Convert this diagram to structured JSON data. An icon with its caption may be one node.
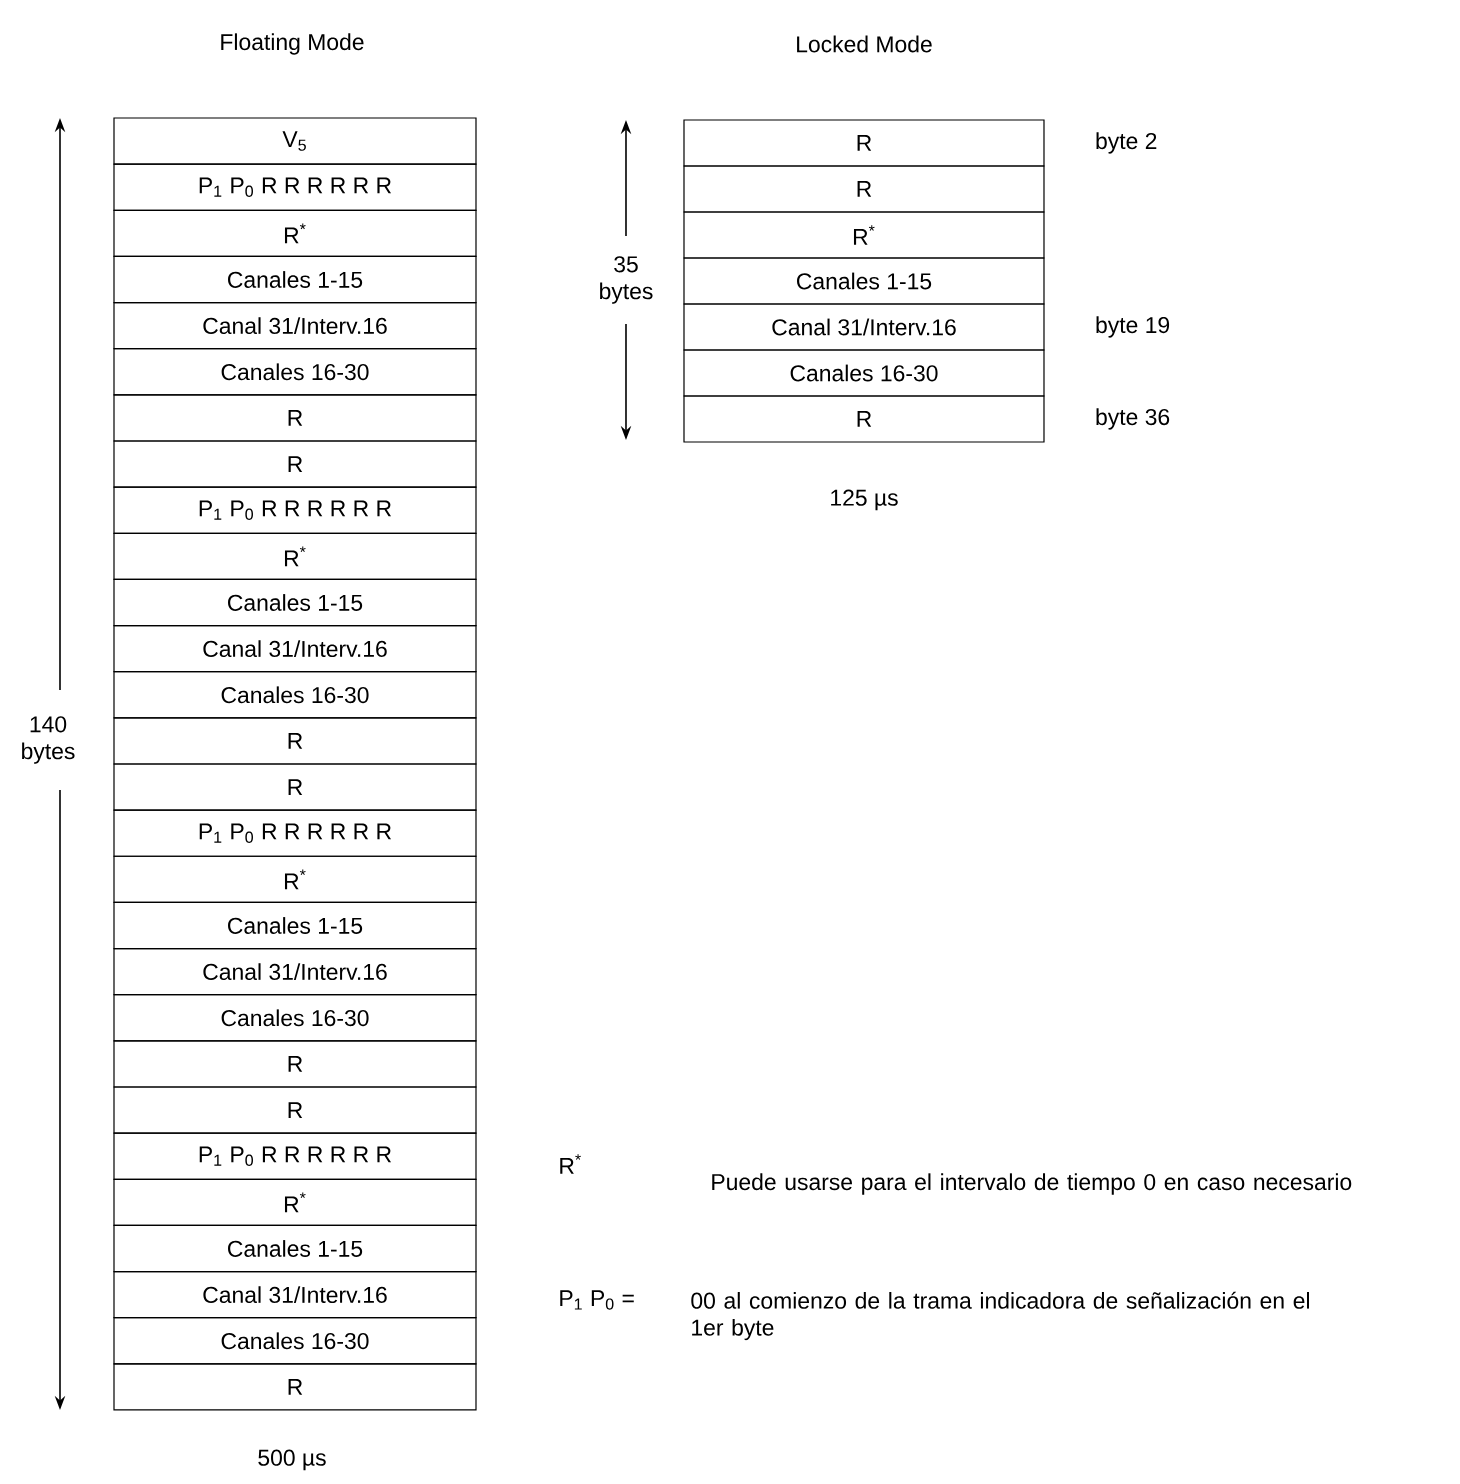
{
  "diagram": {
    "nodes": [
      {
        "text": [
          "V$_{5}$"
        ]
      },
      {
        "text": [
          "P$_{1}$ P$_{0}$ R R R R R R"
        ]
      },
      {
        "text": [
          "R$^{*}$"
        ]
      },
      {
        "text": [
          "Canales 1-15"
        ]
      },
      {
        "text": [
          "Canal 31/Interv.16"
        ]
      },
      {
        "text": [
          "Canales 16-30"
        ]
      },
      {
        "text": [
          "R"
        ]
      },
      {
        "text": [
          "R"
        ]
      },
      {
        "text": [
          "P$_{1}$ P$_{0}$ R R R R R R"
        ]
      },
      {
        "text": [
          "R$^{*}$"
        ]
      },
      {
        "text": [
          "Canales 1-15"
        ]
      },
      {
        "text": [
          "Canal 31/Interv.16"
        ]
      },
      {
        "text": [
          "Canales 16-30"
        ]
      },
      {
        "text": [
          "R"
        ]
      },
      {
        "text": [
          "R"
        ]
      },
      {
        "text": [
          "P$_{1}$ P$_{0}$ R R R R R R"
        ]
      },
      {
        "text": [
          "R$^{*}$"
        ]
      },
      {
        "text": [
          "Canales 1-15"
        ]
      },
      {
        "text": [
          "Canal 31/Interv.16"
        ]
      },
      {
        "text": [
          "Canales 16-30"
        ]
      },
      {
        "text": [
          "R"
        ]
      },
      {
        "text": [
          "R"
        ]
      },
      {
        "text": [
          "P$_{1}$ P$_{0}$ R R R R R R"
        ]
      },
      {
        "text": [
          "R$^{*}$"
        ]
      },
      {
        "text": [
          "Canales 1-15"
        ]
      },
      {
        "text": [
          "Canal 31/Interv.16"
        ]
      },
      {
        "text": [
          "Canales 16-30"
        ]
      },
      {
        "text": [
          "R"
        ]
      },
      {
        "text": [
          "R"
        ],
        "beside": [
          "byte 2"
        ]
      },
      {
        "text": [
          "R"
        ]
      },
      {
        "text": [
          "R$^{*}$"
        ]
      },
      {
        "text": [
          "Canales 1-15"
        ]
      },
      {
        "text": [
          "Canal 31/Interv.16"
        ],
        "beside": [
          "byte 19"
        ]
      },
      {
        "text": [
          "Canales 16-30"
        ]
      },
      {
        "text": [
          "R"
        ],
        "beside": [
          "byte 36"
        ]
      }
    ],
    "labels": [
      "Floating Mode",
      "Locked Mode",
      "35 bytes",
      "125 µs",
      "140 bytes",
      "R$^{*}$",
      "Puede usarse para el intervalo de tiempo 0 en caso necesario",
      "P$_{1}$ P$_{0}$ =",
      "00 al comienzo de la trama indicadora de señalización en el 1er byte",
      "500 µs"
    ]
  }
}
